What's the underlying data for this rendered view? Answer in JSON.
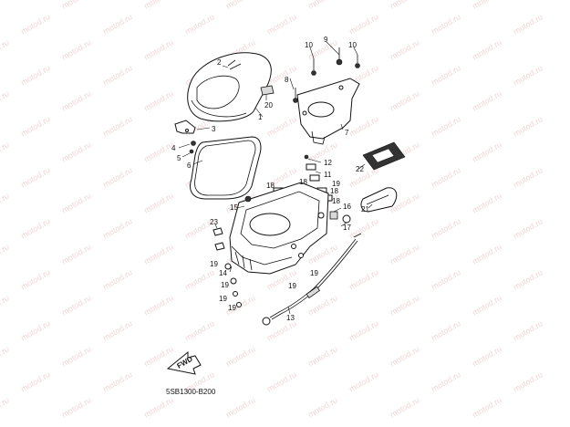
{
  "watermark": {
    "text": "motod.ru",
    "color": "#e6b8b8"
  },
  "diagram_code": "5SB1300-B200",
  "fwd_label": "FWD",
  "callouts": {
    "c1": "1",
    "c2": "2",
    "c3": "3",
    "c4": "4",
    "c5": "5",
    "c6": "6",
    "c7": "7",
    "c8": "8",
    "c9": "9",
    "c10a": "10",
    "c10b": "10",
    "c11": "11",
    "c12": "12",
    "c13": "13",
    "c14": "14",
    "c15": "15",
    "c16": "16",
    "c17": "17",
    "c18a": "18",
    "c18b": "18",
    "c18c": "18",
    "c18d": "18",
    "c19a": "19",
    "c19b": "19",
    "c19c": "19",
    "c19d": "19",
    "c19e": "19",
    "c19f": "19",
    "c19g": "19",
    "c20": "20",
    "c21": "21",
    "c22": "22",
    "c23": "23"
  }
}
